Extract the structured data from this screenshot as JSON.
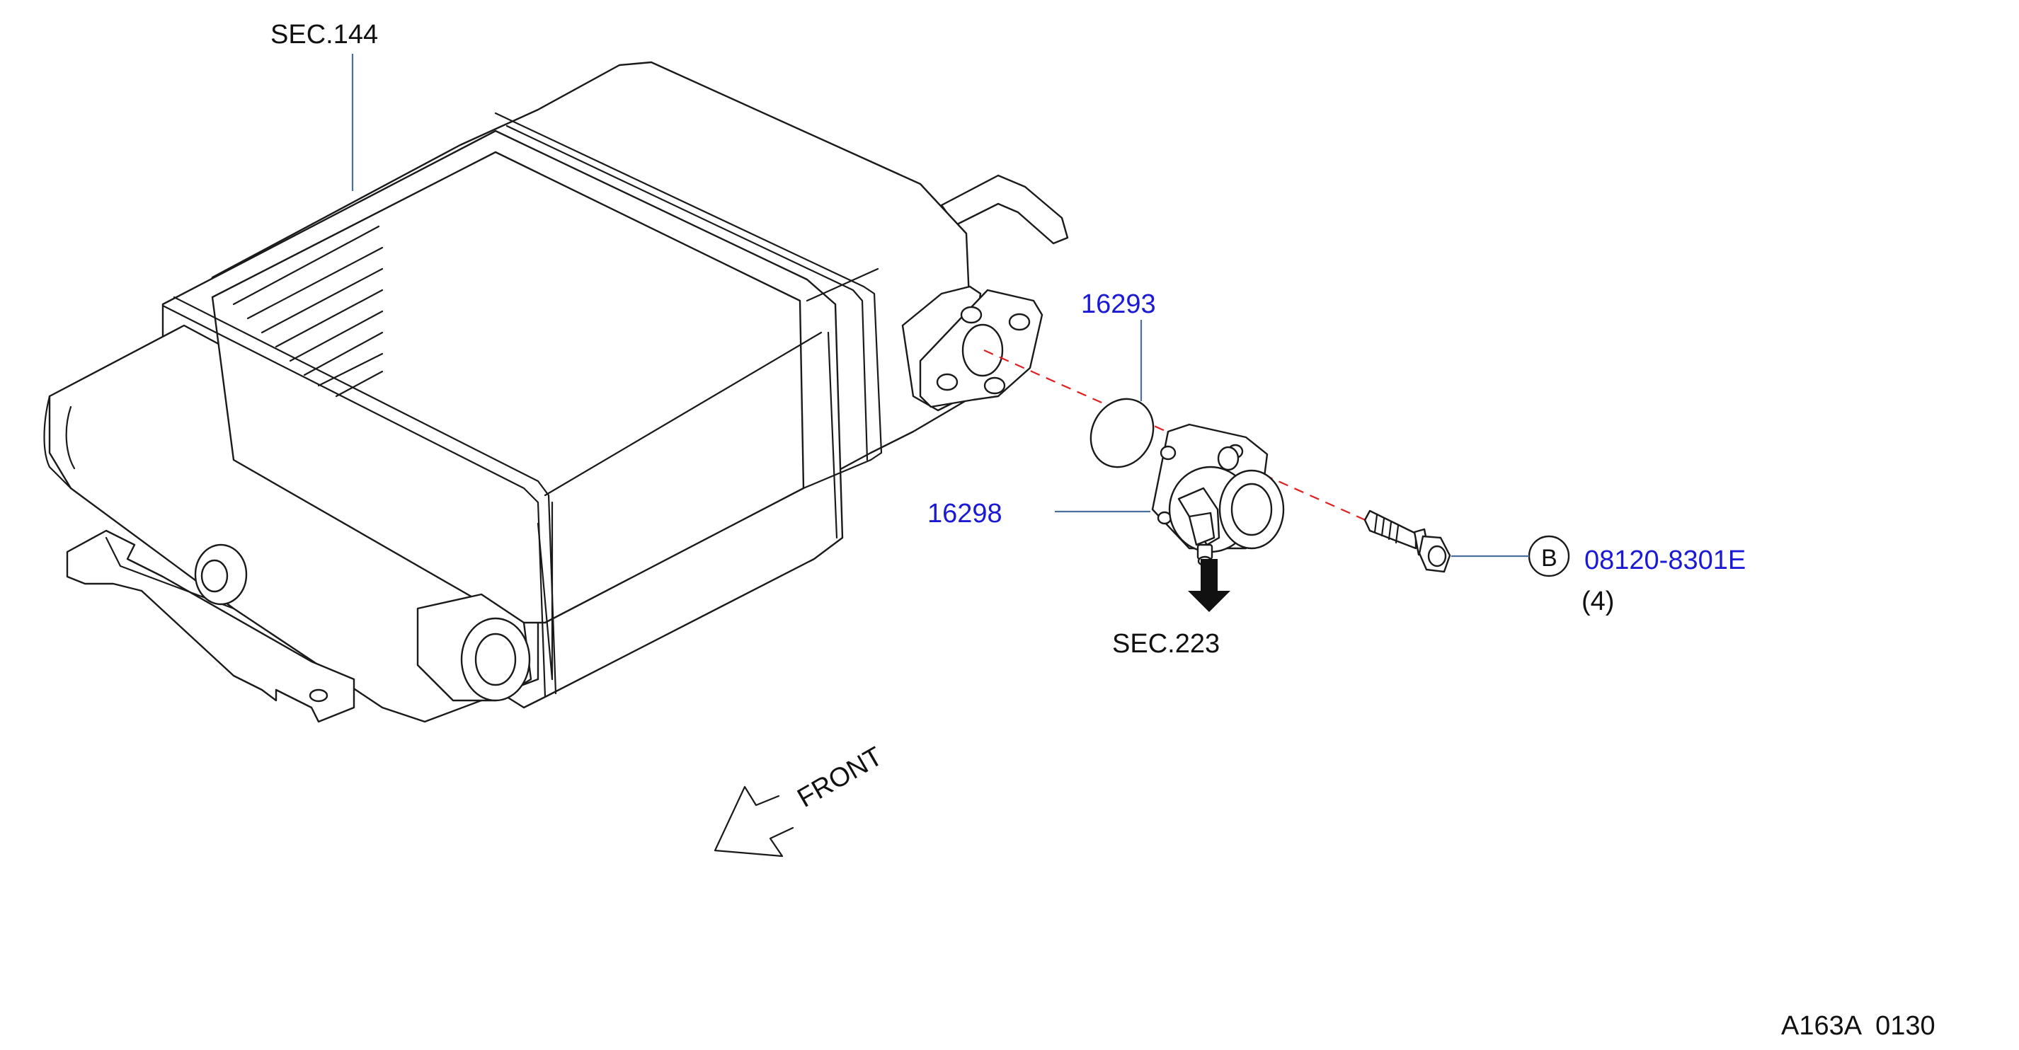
{
  "labels": {
    "sec144": "SEC.144",
    "sec223": "SEC.223",
    "part_gasket": "16293",
    "part_valve": "16298",
    "part_bolt": "08120-8301E",
    "bolt_qty": "(4)",
    "bolt_callout": "B",
    "front": "FRONT",
    "diagram_code": "A163A  0130"
  },
  "colors": {
    "part_number": "#1a1ad6",
    "text": "#111111",
    "leader": "#4a6f9a",
    "centerline": "#e02020"
  }
}
